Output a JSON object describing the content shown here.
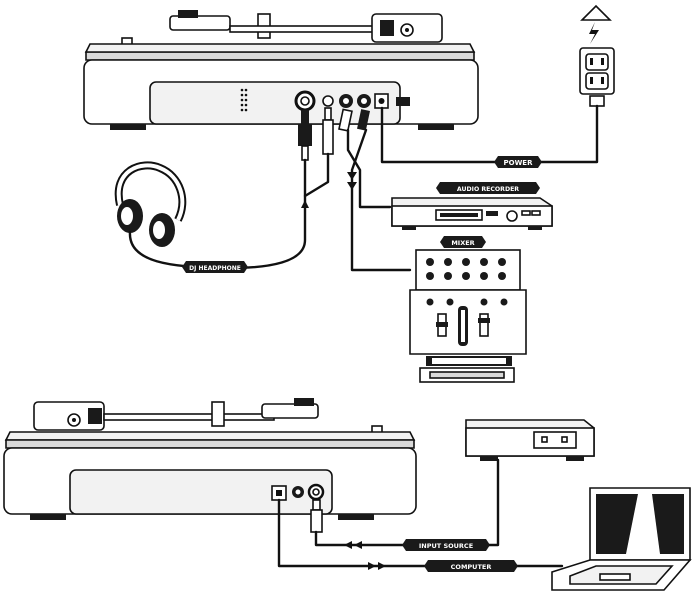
{
  "colors": {
    "line": "#111111",
    "fill_dark": "#1a1a1a",
    "fill_mid": "#d9d9d9",
    "fill_light": "#f2f2f2",
    "label_text": "#ffffff"
  },
  "labels": {
    "power": "POWER",
    "audio_recorder": "AUDIO RECORDER",
    "mixer": "MIXER",
    "dj_headphone": "DJ HEADPHONE",
    "input_source": "INPUT SOURCE",
    "computer": "COMPUTER"
  },
  "icons": {
    "power_outlet": "power-outlet-icon",
    "high_voltage": "high-voltage-icon",
    "headphones": "headphones-icon",
    "laptop": "laptop-icon",
    "turntable": "turntable-icon"
  }
}
